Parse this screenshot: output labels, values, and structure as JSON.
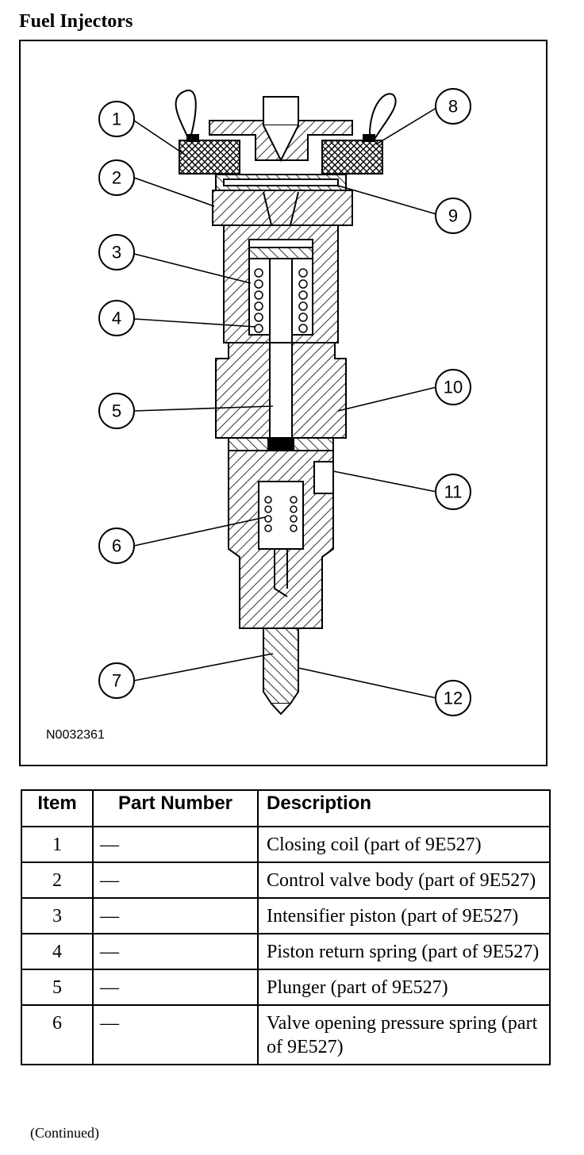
{
  "page": {
    "title": "Fuel Injectors",
    "continued_note": "(Continued)"
  },
  "figure": {
    "id": "N0032361",
    "callouts": [
      "1",
      "2",
      "3",
      "4",
      "5",
      "6",
      "7",
      "8",
      "9",
      "10",
      "11",
      "12"
    ]
  },
  "table": {
    "headers": {
      "item": "Item",
      "part_number": "Part Number",
      "description": "Description"
    },
    "rows": [
      {
        "item": "1",
        "part_number": "—",
        "description": "Closing coil (part of 9E527)"
      },
      {
        "item": "2",
        "part_number": "—",
        "description": "Control valve body (part of 9E527)"
      },
      {
        "item": "3",
        "part_number": "—",
        "description": "Intensifier piston (part of 9E527)"
      },
      {
        "item": "4",
        "part_number": "—",
        "description": "Piston return spring (part of 9E527)"
      },
      {
        "item": "5",
        "part_number": "—",
        "description": "Plunger (part of 9E527)"
      },
      {
        "item": "6",
        "part_number": "—",
        "description": "Valve opening pressure spring (part of 9E527)"
      }
    ]
  }
}
